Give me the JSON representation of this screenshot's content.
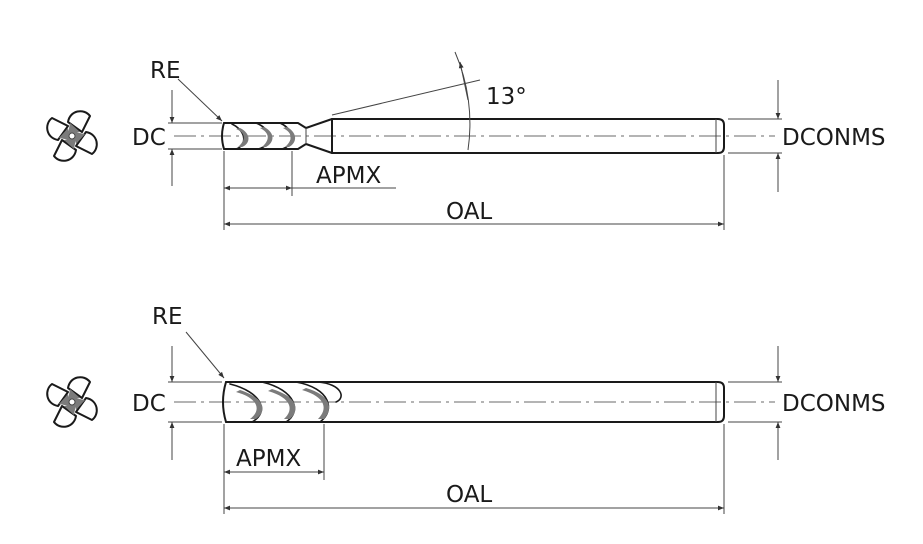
{
  "views": [
    {
      "re_label": "RE",
      "dc_label": "DC",
      "apmx_label": "APMX",
      "oal_label": "OAL",
      "dconms_label": "DCONMS",
      "neck_angle_label": "13°"
    },
    {
      "re_label": "RE",
      "dc_label": "DC",
      "apmx_label": "APMX",
      "oal_label": "OAL",
      "dconms_label": "DCONMS"
    }
  ],
  "colors": {
    "line": "#1a1a1a",
    "shade": "#7b7b7b",
    "dim": "#444444"
  },
  "icons": [
    "end-view-icon"
  ]
}
